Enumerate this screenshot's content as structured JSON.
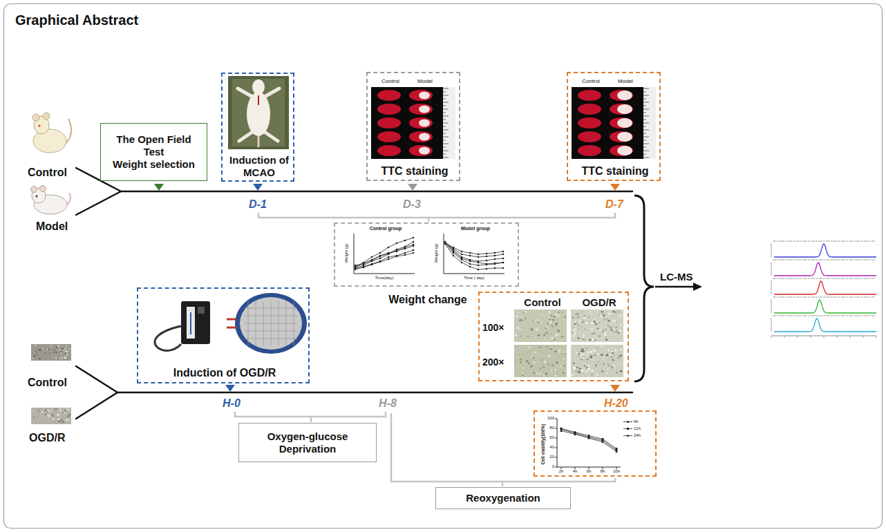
{
  "diagram": {
    "title": "Graphical Abstract",
    "nodes": [
      {
        "text": [
          "The Open Field Test",
          "Weight selection"
        ]
      },
      {
        "text": [
          "Induction of MCAO"
        ]
      },
      {
        "text": [
          "Control",
          "Model",
          "TTC staining"
        ]
      },
      {
        "text": [
          "Control",
          "Model",
          "TTC staining"
        ]
      },
      {
        "text": [
          "Control group",
          "Model group",
          "Weight change"
        ]
      },
      {
        "text": [
          "Induction of OGD/R"
        ]
      },
      {
        "text": [
          "Control",
          "OGD/R",
          "100×",
          "200×"
        ]
      },
      {
        "text": [
          "Oxygen-glucose Deprivation"
        ]
      },
      {
        "text": [
          "Cell viability(100%)"
        ]
      },
      {
        "text": [
          "Reoxygenation"
        ]
      }
    ],
    "labels": [
      "Control",
      "Model",
      "D-1",
      "D-3",
      "D-7",
      "LC-MS",
      "Weight (g)",
      "Time(day)",
      "Weight (g)",
      "Time ( day)",
      "Control",
      "OGD/R",
      "H-0",
      "H-8",
      "H-20",
      "100",
      "80",
      "60",
      "40",
      "20",
      "0",
      "2h",
      "4h",
      "6h",
      "8h",
      "10h"
    ],
    "legend": [
      {
        "text": "6h"
      },
      {
        "text": "12h"
      },
      {
        "text": "24h"
      }
    ]
  }
}
